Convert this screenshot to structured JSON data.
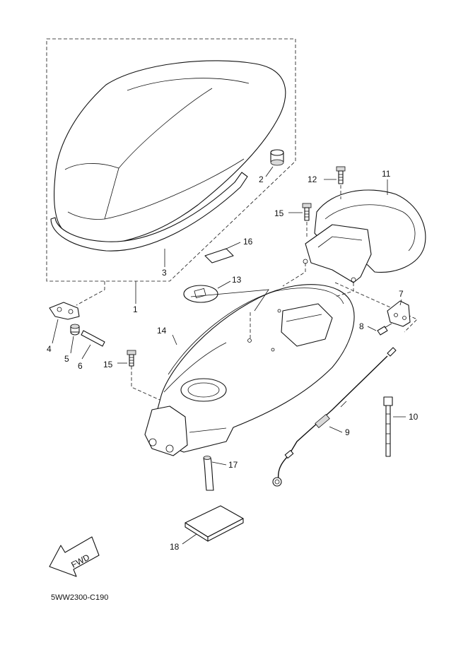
{
  "diagram": {
    "code": "5WW2300-C190",
    "fwd_label": "FWD",
    "callouts": {
      "c1": "1",
      "c2": "2",
      "c3": "3",
      "c4": "4",
      "c5": "5",
      "c6": "6",
      "c7": "7",
      "c8": "8",
      "c9": "9",
      "c10": "10",
      "c11": "11",
      "c12": "12",
      "c13": "13",
      "c14": "14",
      "c15a": "15",
      "c15b": "15",
      "c16": "16",
      "c17": "17",
      "c18": "18"
    }
  }
}
